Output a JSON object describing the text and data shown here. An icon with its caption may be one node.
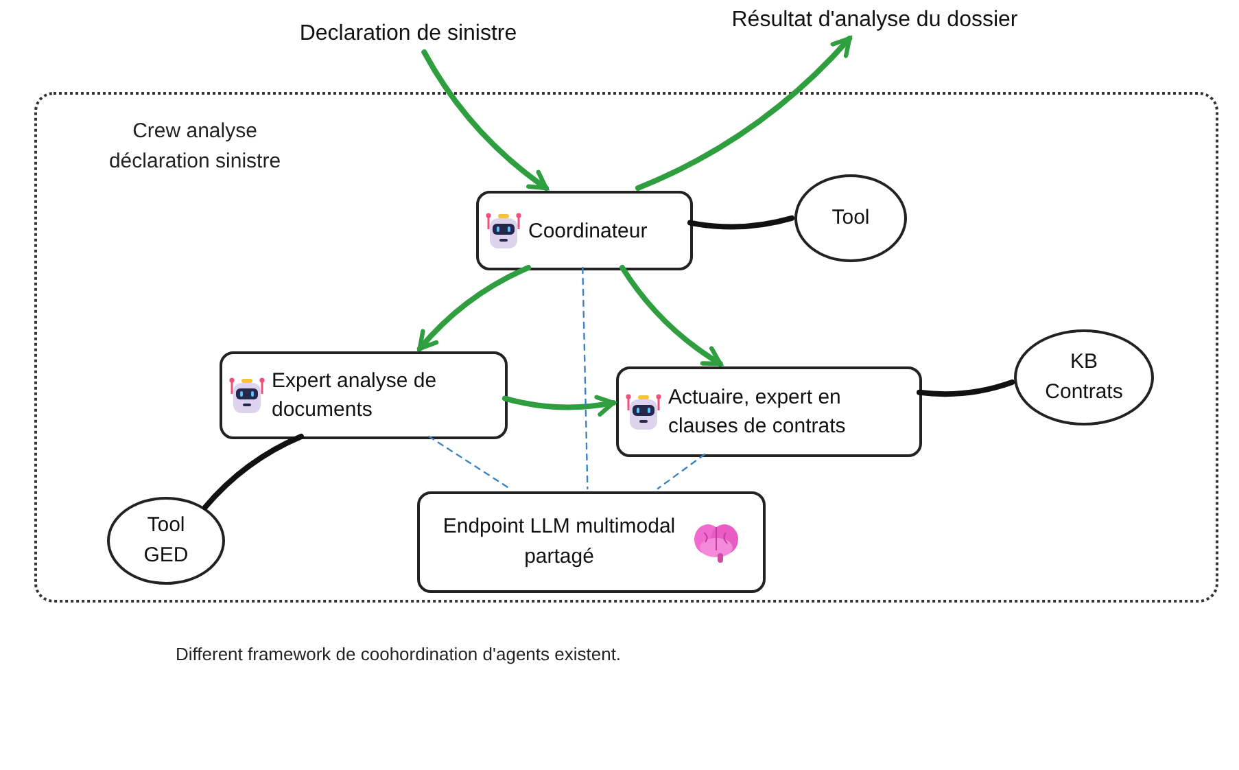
{
  "diagram": {
    "nodes": [
      {
        "text": [
          "Crew analyse déclaration sinistre"
        ]
      },
      {
        "text": [
          "Declaration de sinistre"
        ]
      },
      {
        "text": [
          "Résultat d'analyse du dossier"
        ]
      },
      {
        "text": [
          "Coordinateur"
        ],
        "in": 0
      },
      {
        "text": [
          "Tool"
        ],
        "in": 0
      },
      {
        "text": [
          "Expert analyse de documents"
        ],
        "in": 0
      },
      {
        "text": [
          "Actuaire, expert en clauses de contrats"
        ],
        "in": 0
      },
      {
        "text": [
          "KB Contrats"
        ],
        "in": 0
      },
      {
        "text": [
          "Tool GED"
        ],
        "in": 0
      },
      {
        "text": [
          "Endpoint LLM multimodal partagé"
        ],
        "in": 0
      }
    ],
    "edges": [
      {
        "from": 1,
        "to": 3,
        "arrow": "to"
      },
      {
        "from": 3,
        "to": 2,
        "arrow": "to"
      },
      {
        "from": 3,
        "to": 4,
        "arrow": "none",
        "color": "#111111"
      },
      {
        "from": 3,
        "to": 5,
        "arrow": "to"
      },
      {
        "from": 3,
        "to": 6,
        "arrow": "to"
      },
      {
        "from": 5,
        "to": 6,
        "arrow": "to"
      },
      {
        "from": 6,
        "to": 7,
        "arrow": "none",
        "color": "#111111"
      },
      {
        "from": 5,
        "to": 8,
        "arrow": "none",
        "color": "#111111"
      },
      {
        "from": 5,
        "to": 9,
        "arrow": "none",
        "style": "dashed",
        "color": "#3b82c4"
      },
      {
        "from": 3,
        "to": 9,
        "arrow": "none",
        "style": "dashed",
        "color": "#3b82c4"
      },
      {
        "from": 6,
        "to": 9,
        "arrow": "none",
        "style": "dashed",
        "color": "#3b82c4"
      }
    ],
    "labels": [
      "Different framework de coohordination d'agents existent."
    ]
  }
}
